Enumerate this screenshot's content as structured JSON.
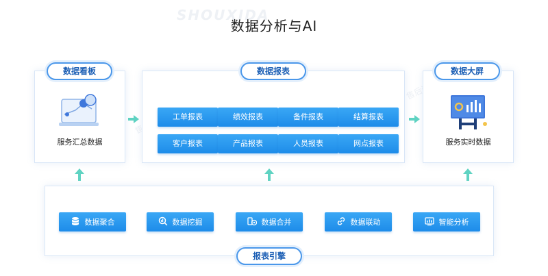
{
  "title": "数据分析与AI",
  "watermark": {
    "text": "SHOUXIDA",
    "stamp": "售后达"
  },
  "colors": {
    "accent": "#1d8ce9",
    "arrow": "#5fd3c2",
    "pill_border": "#4a97ea"
  },
  "dashboard": {
    "label": "数据看板",
    "caption": "服务汇总数据"
  },
  "reports": {
    "label": "数据报表",
    "items": [
      "工单报表",
      "绩效报表",
      "备件报表",
      "结算报表",
      "客户报表",
      "产品报表",
      "人员报表",
      "网点报表"
    ]
  },
  "bigscreen": {
    "label": "数据大屏",
    "caption": "服务实时数据"
  },
  "engine": {
    "label": "报表引擎",
    "items": [
      {
        "label": "数据聚合",
        "icon": "database-icon"
      },
      {
        "label": "数据挖掘",
        "icon": "chart-search-icon"
      },
      {
        "label": "数据合并",
        "icon": "merge-icon"
      },
      {
        "label": "数据联动",
        "icon": "link-icon"
      },
      {
        "label": "智能分析",
        "icon": "analysis-icon"
      }
    ]
  }
}
